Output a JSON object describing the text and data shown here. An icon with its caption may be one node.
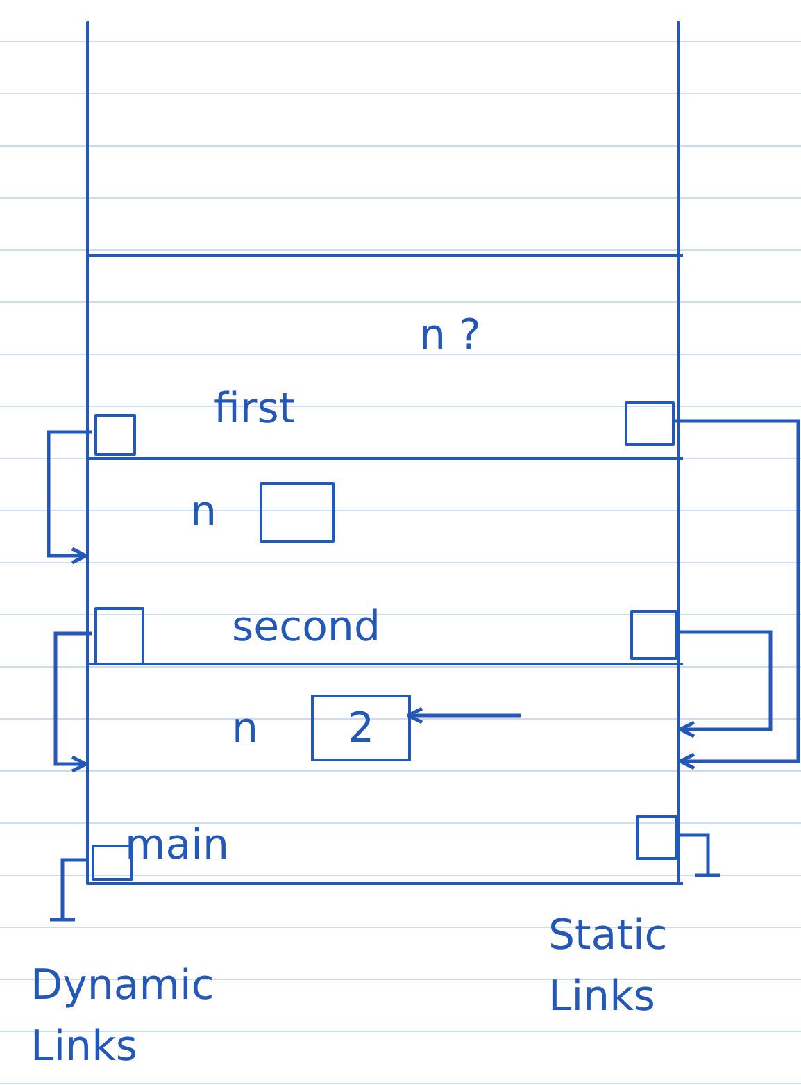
{
  "diagram": {
    "nodes": [
      {
        "text": [],
        "shape": "box"
      },
      {
        "text": [
          "n ?",
          "first"
        ],
        "in": 0
      },
      {
        "text": [],
        "shape": "box",
        "in": 1
      },
      {
        "text": [],
        "shape": "box",
        "in": 1
      },
      {
        "text": [
          "second"
        ],
        "in": 0
      },
      {
        "text": [],
        "shape": "box",
        "beside": [
          "n"
        ],
        "in": 4
      },
      {
        "text": [],
        "shape": "box",
        "in": 4
      },
      {
        "text": [],
        "shape": "box",
        "in": 4
      },
      {
        "text": [
          "main"
        ],
        "in": 0
      },
      {
        "text": [
          "2"
        ],
        "beside": [
          "n"
        ],
        "in": 8
      },
      {
        "text": [],
        "shape": "box",
        "in": 8
      },
      {
        "text": [],
        "shape": "box",
        "in": 8
      }
    ],
    "edges": [
      {
        "from": 2,
        "to": 4,
        "arrow": "to"
      },
      {
        "from": 6,
        "to": 8,
        "arrow": "to"
      },
      {
        "from": 3,
        "to": 8,
        "arrow": "to"
      },
      {
        "from": 7,
        "to": 8,
        "arrow": "to"
      },
      {
        "from": null,
        "to": 9,
        "arrow": "to"
      },
      {
        "from": 10,
        "to": null,
        "arrow": "other"
      },
      {
        "from": 11,
        "to": null,
        "arrow": "other"
      }
    ],
    "labels": [
      "Dynamic Links",
      "Static Links"
    ]
  }
}
